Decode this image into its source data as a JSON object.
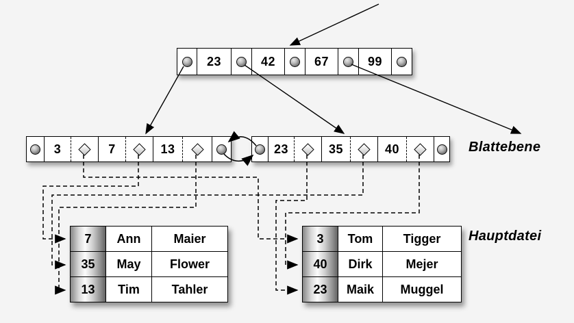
{
  "labels": {
    "leaf_level": "Blattebene",
    "main_file": "Hauptdatei"
  },
  "root_node": {
    "keys": [
      "23",
      "42",
      "67",
      "99"
    ]
  },
  "leaf_nodes": {
    "left": {
      "keys": [
        "3",
        "7",
        "13"
      ]
    },
    "right": {
      "keys": [
        "23",
        "35",
        "40"
      ]
    }
  },
  "tables": {
    "left": {
      "rows": [
        {
          "key": "7",
          "first": "Ann",
          "last": "Maier"
        },
        {
          "key": "35",
          "first": "May",
          "last": "Flower"
        },
        {
          "key": "13",
          "first": "Tim",
          "last": "Tahler"
        }
      ]
    },
    "right": {
      "rows": [
        {
          "key": "3",
          "first": "Tom",
          "last": "Tigger"
        },
        {
          "key": "40",
          "first": "Dirk",
          "last": "Mejer"
        },
        {
          "key": "23",
          "first": "Maik",
          "last": "Muggel"
        }
      ]
    }
  },
  "icons": {
    "pointer": "pointer-circle-icon",
    "record_reference": "record-pointer-diamond-icon",
    "arrowhead": "solid-black-triangle"
  },
  "colors": {
    "background": "#f4f4f4",
    "box_fill": "#ffffff",
    "line": "#000000",
    "key_column_gradient": [
      "#878787",
      "#fbfbfb",
      "#636363"
    ]
  }
}
